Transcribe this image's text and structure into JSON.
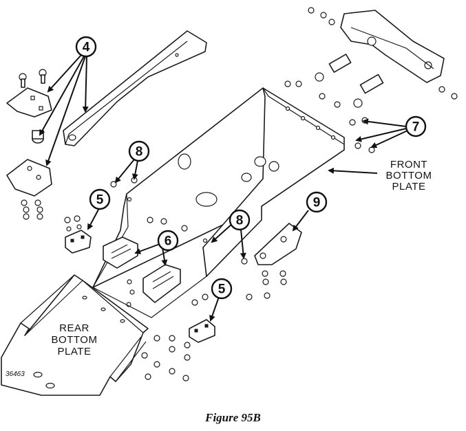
{
  "figure": {
    "title": "Figure 95B",
    "drawing_number": "36463"
  },
  "labels": {
    "front_bottom_plate": [
      "FRONT",
      "BOTTOM",
      "PLATE"
    ],
    "rear_bottom_plate": [
      "REAR",
      "BOTTOM",
      "PLATE"
    ]
  },
  "callouts": [
    "4",
    "8",
    "5",
    "6",
    "8",
    "9",
    "7",
    "5"
  ]
}
